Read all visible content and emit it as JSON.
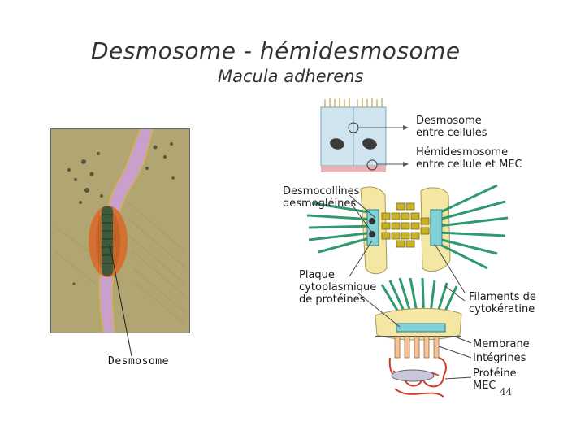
{
  "title": "Desmosome - hémidesmosome",
  "subtitle": "Macula adherens",
  "micrograph_label": "Desmosome",
  "labels": {
    "desmosome_entre": "Desmosome\nentre cellules",
    "hemidesmosome_entre": "Hémidesmosome\nentre cellule et MEC",
    "desmocollines": "Desmocollines\ndesmogléines",
    "plaque": "Plaque\ncytoplasmique\nde protéines",
    "filaments": "Filaments de\ncytokératine",
    "membrane": "Membrane",
    "integrines": "Intégrines",
    "proteine_mec": "Protéine\nMEC"
  },
  "page_number": "44",
  "colors": {
    "filament_green": "#2e9a6e",
    "plaque_yellow": "#f3e7a3",
    "cell_blue": "#cfe4ee",
    "membrane_pink": "#e7b3b6",
    "micrograph_bg": "#b3a874",
    "micrograph_membrane": "#c9a0cc",
    "desmosome_orange": "#d86b2a",
    "mec_red": "#d2392a"
  }
}
